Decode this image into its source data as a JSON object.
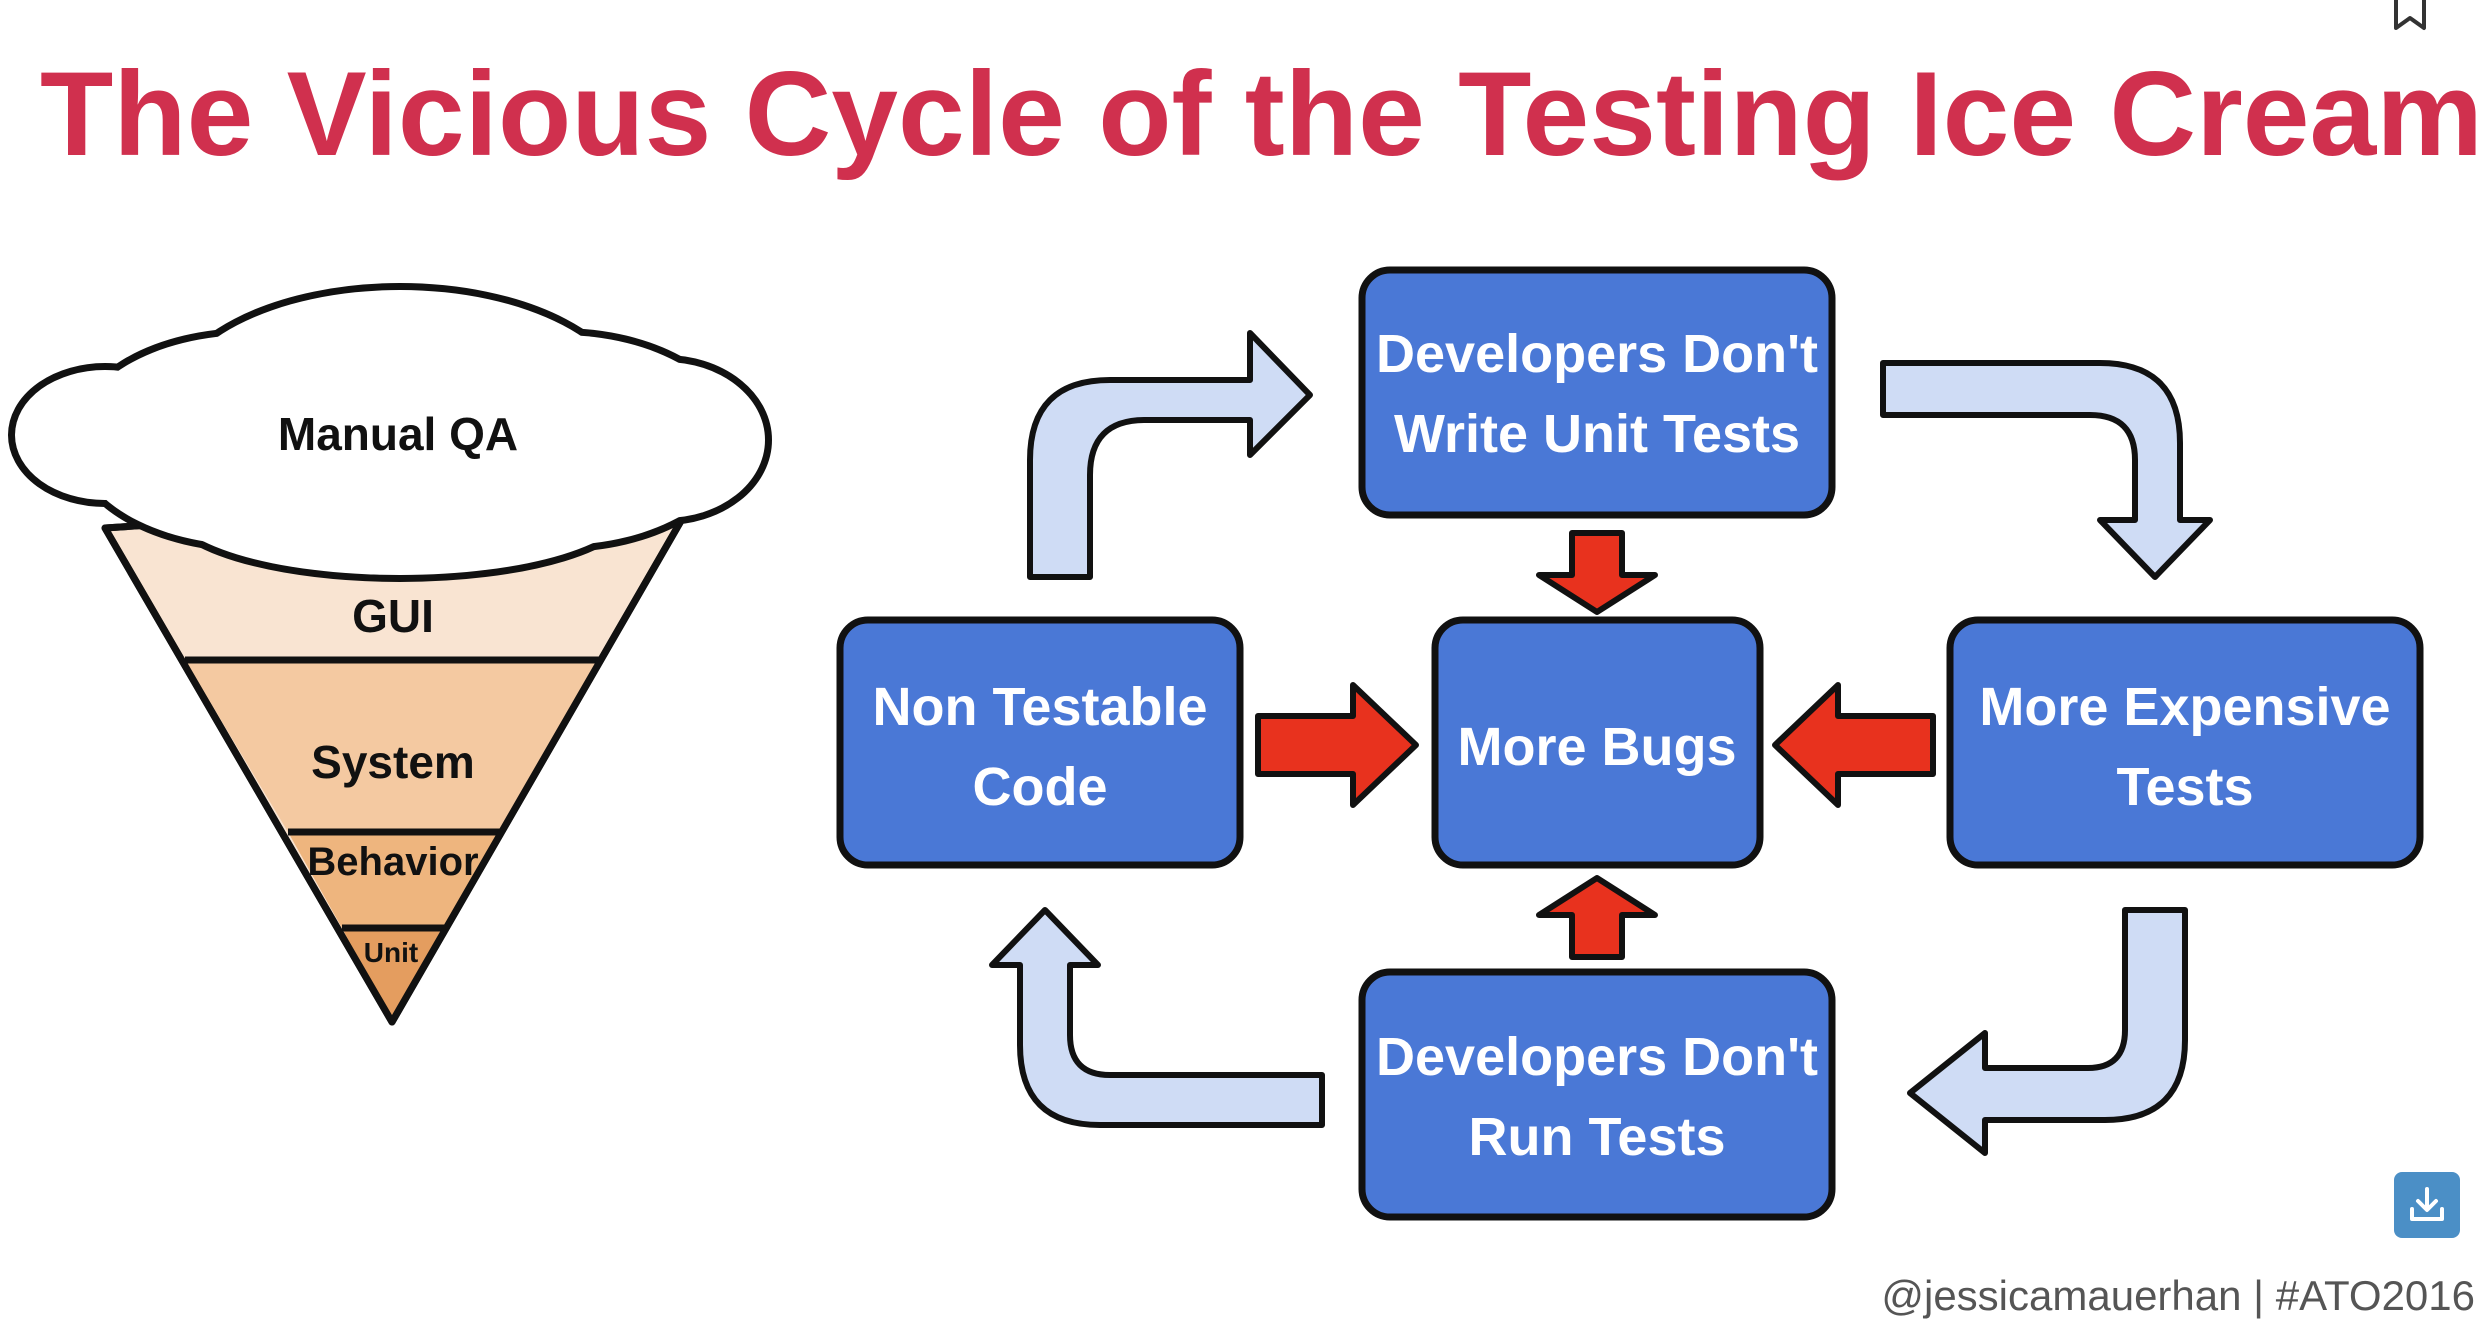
{
  "title": "The Vicious Cycle of the Testing Ice Cream Cone",
  "cone": {
    "cloud_label": "Manual QA",
    "layers": [
      "GUI",
      "System",
      "Behavior",
      "Unit"
    ]
  },
  "cycle": {
    "top": [
      "Developers Don't",
      "Write Unit Tests"
    ],
    "right": [
      "More Expensive",
      "Tests"
    ],
    "bottom": [
      "Developers Don't",
      "Run Tests"
    ],
    "left": [
      "Non Testable",
      "Code"
    ],
    "center": [
      "More Bugs"
    ]
  },
  "footer": "@jessicamauerhan | #ATO2016",
  "icons": {
    "download": "download-icon",
    "bookmark": "bookmark-icon"
  },
  "colors": {
    "title": "#d0304e",
    "box_fill": "#4a78d6",
    "box_stroke": "#111111",
    "light_arrow": "#cfdcf5",
    "red_arrow": "#e8321e",
    "layer_gui": "#f9e4d2",
    "layer_system": "#f4c9a1",
    "layer_behavior": "#eeb57e",
    "layer_unit": "#e49d5f"
  }
}
